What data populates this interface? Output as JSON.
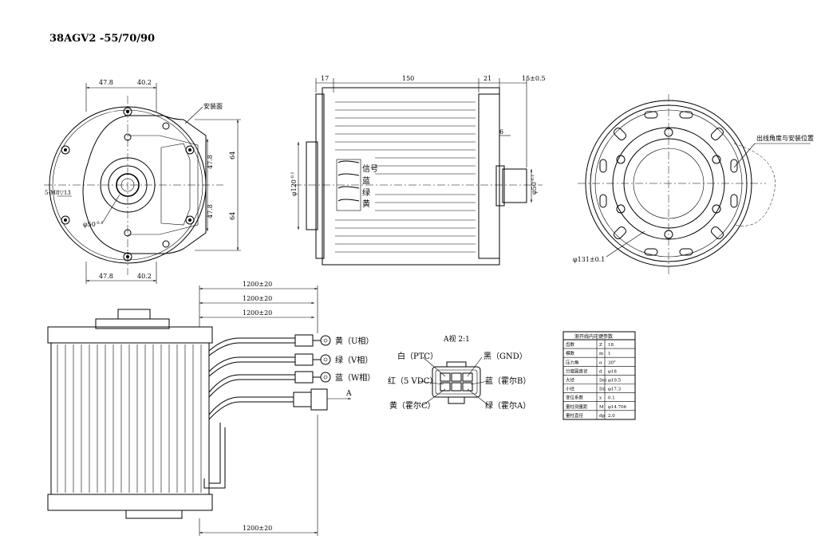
{
  "model": "38AGV2 -55/70/90",
  "front_view": {
    "dim_top_left": "47.8",
    "dim_top_right": "40.2",
    "dim_bottom_left": "47.8",
    "dim_bottom_right": "40.2",
    "mounting_face": "安装面",
    "screw_holes": "5-M8▽13",
    "shaft_dia": "φ50",
    "shaft_tol": "-0.1",
    "v_dim_1": "47.8",
    "v_dim_2": "47.8",
    "v_dim_3": "64",
    "v_dim_4": "64"
  },
  "side_view": {
    "dim_17": "17",
    "dim_150": "150",
    "dim_21": "21",
    "dim_15": "15±0.5",
    "dim_6": "6",
    "pilot_dia": "φ120",
    "pilot_tol": "-0.1",
    "shaft_dia": "φ50",
    "shaft_tol": "-0.1",
    "wires": [
      "信号",
      "蓝",
      "绿",
      "黄"
    ]
  },
  "rear_view": {
    "dia": "φ131±0.1",
    "note": "出线角度与安装位置"
  },
  "cable_view": {
    "len_1": "1200±20",
    "len_2": "1200±20",
    "len_3": "1200±20",
    "len_bottom": "1200±20",
    "phase_u": "黄（U相）",
    "phase_v": "绿（V相）",
    "phase_w": "蓝（W相）",
    "arrow_label": "A"
  },
  "connector_view": {
    "title": "A视 2:1",
    "white": "白（PTC）",
    "black": "黑（GND）",
    "red": "红（5 VDC）",
    "blue": "蓝（霍尔B）",
    "yellow": "黄（霍尔C）",
    "green": "绿（霍尔A）"
  },
  "spline_table": {
    "title": "渐开线内花键参数",
    "rows": [
      [
        "齿数",
        "Z",
        "18"
      ],
      [
        "模数",
        "m",
        "1"
      ],
      [
        "压力角",
        "α",
        "30°"
      ],
      [
        "分度圆直径",
        "d",
        "φ18"
      ],
      [
        "大径",
        "Dei",
        "φ19.5"
      ],
      [
        "小径",
        "Dii",
        "φ17.3"
      ],
      [
        "变位系数",
        "x",
        "0.1"
      ],
      [
        "量柱测量距",
        "M",
        "φ14.706"
      ],
      [
        "量柱直径",
        "dp",
        "2.0"
      ]
    ]
  }
}
